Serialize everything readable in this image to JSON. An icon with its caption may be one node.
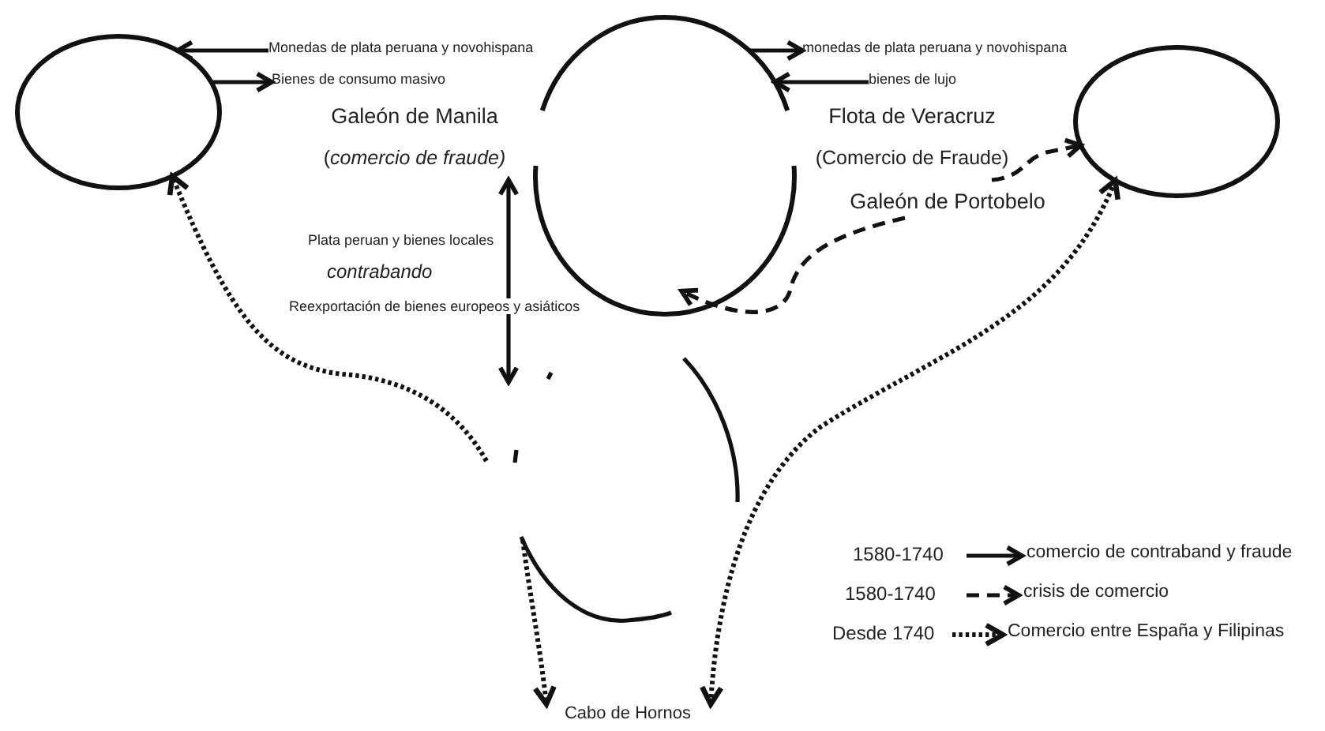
{
  "diagram": {
    "nodes": [
      {
        "text": [],
        "shape": "circle"
      },
      {
        "text": [
          "Monedas de plata peruana y novohispana"
        ]
      },
      {
        "text": [
          "Bienes de consumo masivo"
        ]
      },
      {
        "text": [],
        "shape": "circle"
      },
      {
        "text": [
          "monedas de plata peruana y novohispana"
        ]
      },
      {
        "text": [
          "bienes de lujo"
        ]
      },
      {
        "text": [],
        "shape": "circle"
      },
      {
        "text": [
          "Galeón de Manila",
          "(*comercio de fraude)*"
        ]
      },
      {
        "text": [
          "Flota de Veracruz",
          "(Comercio de Fraude)"
        ]
      },
      {
        "text": [
          "Galeón de Portobelo"
        ]
      },
      {
        "text": [
          "Cabo de Hornos"
        ]
      }
    ],
    "edges": [
      {
        "from": 1,
        "to": 0,
        "arrow": "to"
      },
      {
        "from": 0,
        "to": 2,
        "arrow": "to"
      },
      {
        "from": 3,
        "to": 4,
        "arrow": "to"
      },
      {
        "from": 5,
        "to": 3,
        "arrow": "to"
      },
      {
        "from": null,
        "to": 7,
        "arrow": "both"
      },
      {
        "from": 8,
        "to": 6,
        "arrow": "to",
        "style": "dashed"
      },
      {
        "from": 9,
        "to": 3,
        "arrow": "to",
        "style": "dashed"
      },
      {
        "from": null,
        "to": 0,
        "arrow": "to",
        "style": "dashed"
      },
      {
        "from": null,
        "to": 10,
        "arrow": "to",
        "style": "dashed"
      },
      {
        "from": 10,
        "to": 6,
        "arrow": "both",
        "style": "dashed"
      }
    ],
    "labels": [
      "Plata peruan y bienes locales",
      "contrabando",
      "Reexportación de bienes europeos y asiáticos",
      "1580-1740",
      "1580-1740",
      "Desde 1740"
    ],
    "legend": [
      {
        "text": "comercio de contraband y fraude"
      },
      {
        "text": "crisis de comercio"
      },
      {
        "text": "Comercio entre España y Filipinas"
      }
    ]
  }
}
